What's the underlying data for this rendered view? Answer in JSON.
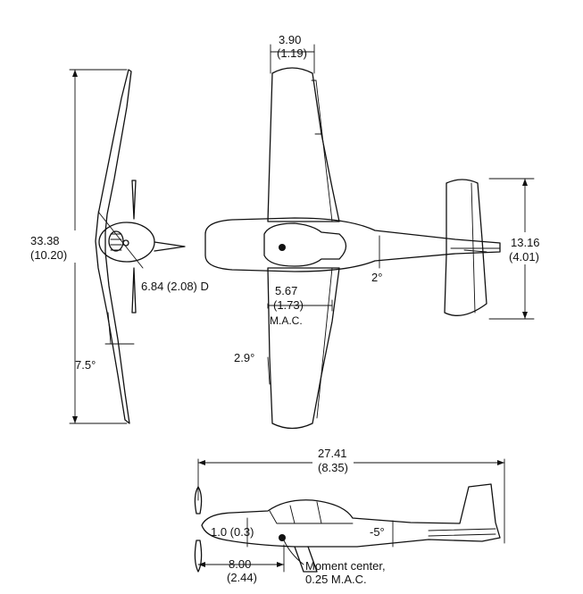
{
  "front_view": {
    "span_label": "33.38",
    "span_label_metric": "(10.20)",
    "prop_diameter_label": "6.84 (2.08) D",
    "dihedral_label": "7.5°"
  },
  "top_view": {
    "tip_chord_label": "3.90",
    "tip_chord_metric": "(1.19)",
    "mac_label": "5.67",
    "mac_metric": "(1.73)",
    "mac_abbrev": "M.A.C.",
    "sweep_label": "2.9°",
    "incidence_label": "2°",
    "tail_span_label": "13.16",
    "tail_span_metric": "(4.01)"
  },
  "side_view": {
    "length_label": "27.41",
    "length_metric": "(8.35)",
    "vertical_offset_label": "1.0 (0.3)",
    "moment_distance_label": "8.00",
    "moment_distance_metric": "(2.44)",
    "tail_angle_label": "-5°",
    "moment_center_label_1": "Moment center,",
    "moment_center_label_2": "0.25 M.A.C."
  }
}
